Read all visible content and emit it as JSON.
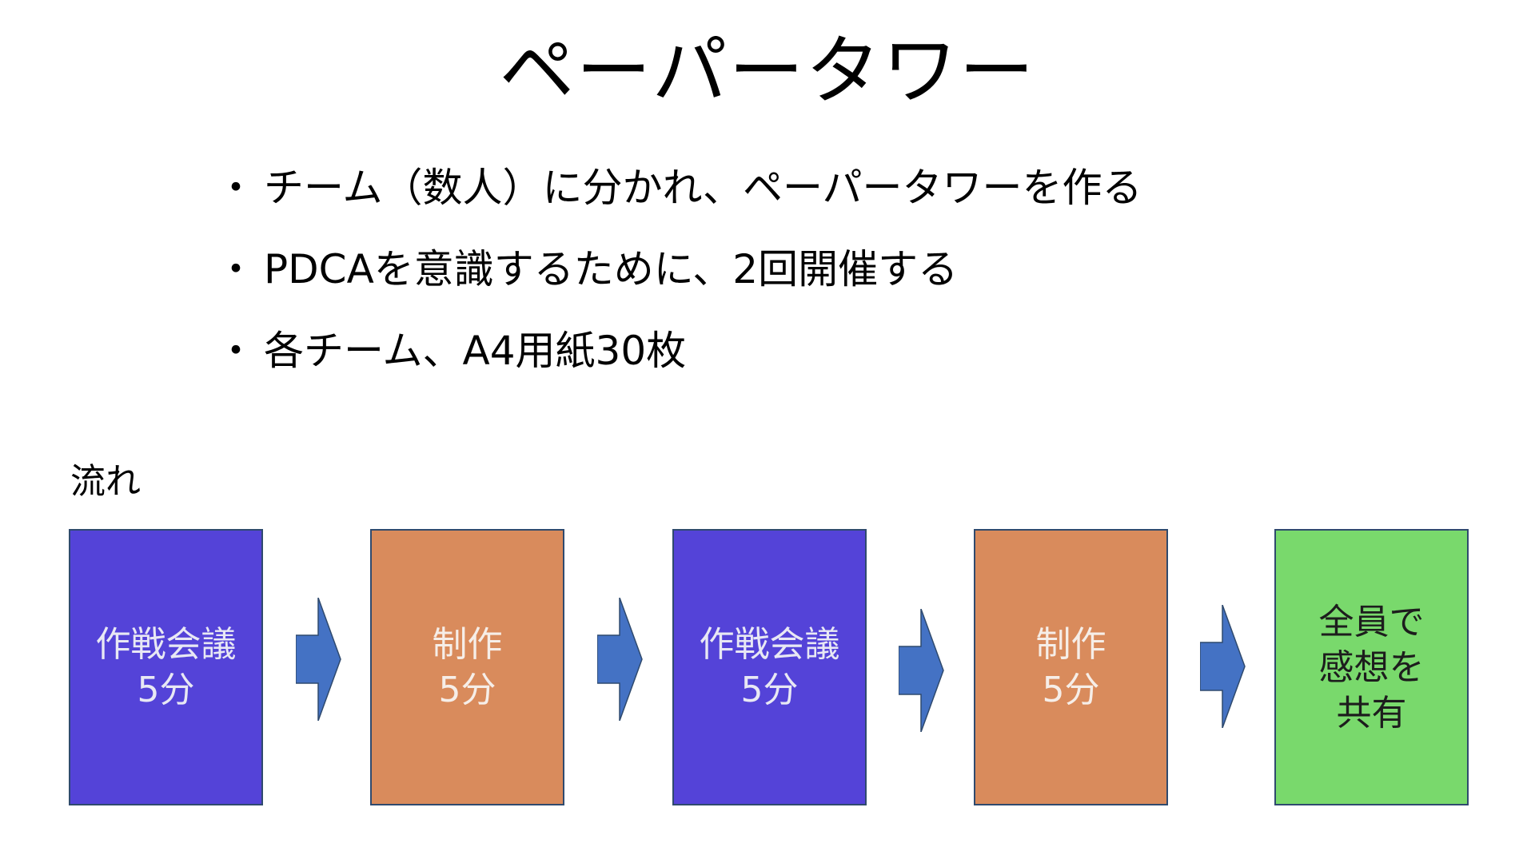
{
  "slide": {
    "title": "ペーパータワー",
    "bullet_marker": "・",
    "bullets": [
      "チーム（数人）に分かれ、ペーパータワーを作る",
      "PDCAを意識するために、2回開催する",
      "各チーム、A4用紙30枚"
    ],
    "flow_label": "流れ",
    "steps": [
      {
        "lines": [
          "作戦会議",
          "5分"
        ],
        "color": "#5443d8",
        "text_color": "#e8e8f4"
      },
      {
        "lines": [
          "制作",
          "5分"
        ],
        "color": "#d98b5c",
        "text_color": "#f6eee8"
      },
      {
        "lines": [
          "作戦会議",
          "5分"
        ],
        "color": "#5443d8",
        "text_color": "#e8e8f4"
      },
      {
        "lines": [
          "制作",
          "5分"
        ],
        "color": "#d98b5c",
        "text_color": "#f6eee8"
      },
      {
        "lines": [
          "全員で",
          "感想を",
          "共有"
        ],
        "color": "#79d96c",
        "text_color": "#1d1d1d"
      }
    ],
    "arrow_color": "#4472c4",
    "arrow_icon": "right-block-arrow"
  }
}
